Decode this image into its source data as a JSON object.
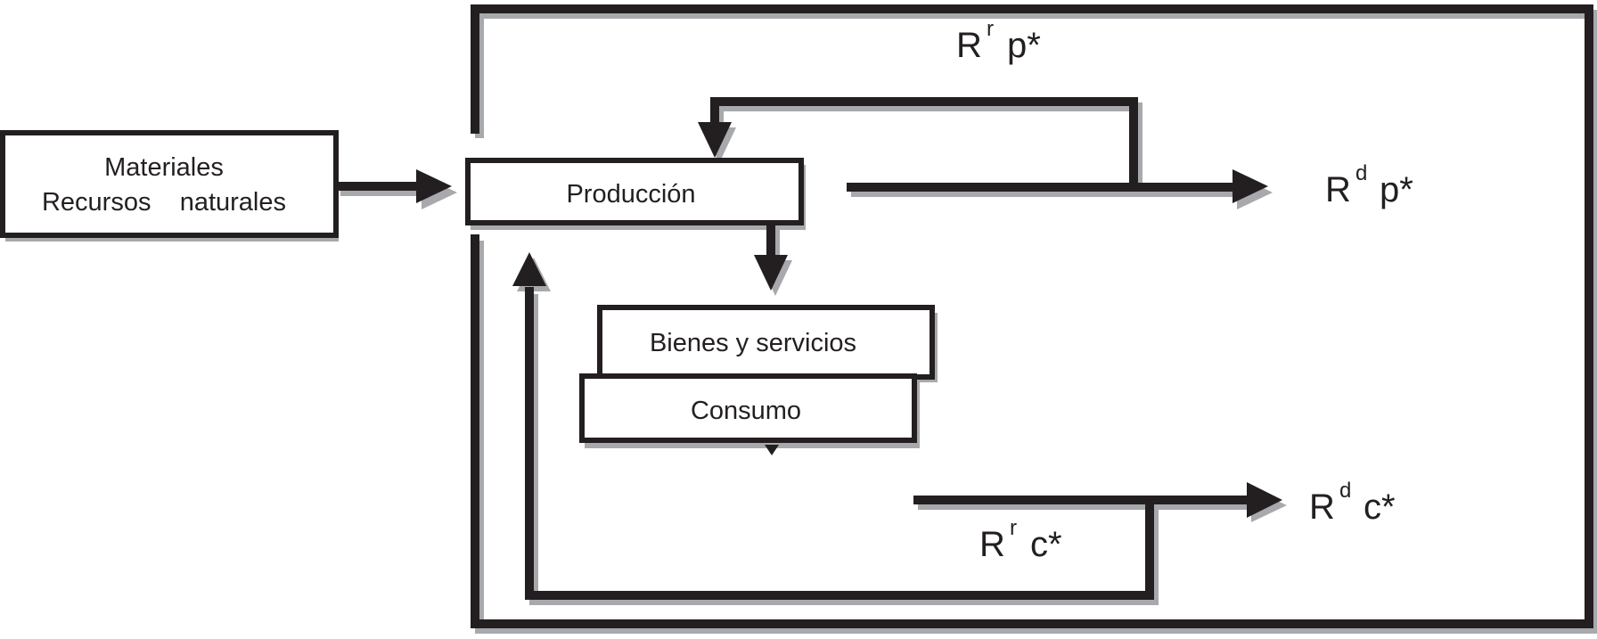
{
  "boxes": {
    "materials": {
      "line1": "Materiales",
      "line2": "Recursos    naturales"
    },
    "production": {
      "label": "Producción"
    },
    "goods": {
      "label": "Bienes y servicios"
    },
    "consumption": {
      "label": "Consumo"
    }
  },
  "flows": {
    "rp_reuse": {
      "base": "R",
      "sup": "r",
      "suffix": "p*"
    },
    "rp_discard": {
      "base": "R",
      "sup": "d",
      "suffix": "p*"
    },
    "rc_reuse": {
      "base": "R",
      "sup": "r",
      "suffix": "c*"
    },
    "rc_discard": {
      "base": "R",
      "sup": "d",
      "suffix": "c*"
    }
  },
  "colors": {
    "ink": "#231f20",
    "shadow": "#a7a9ac",
    "fill": "#ffffff"
  }
}
